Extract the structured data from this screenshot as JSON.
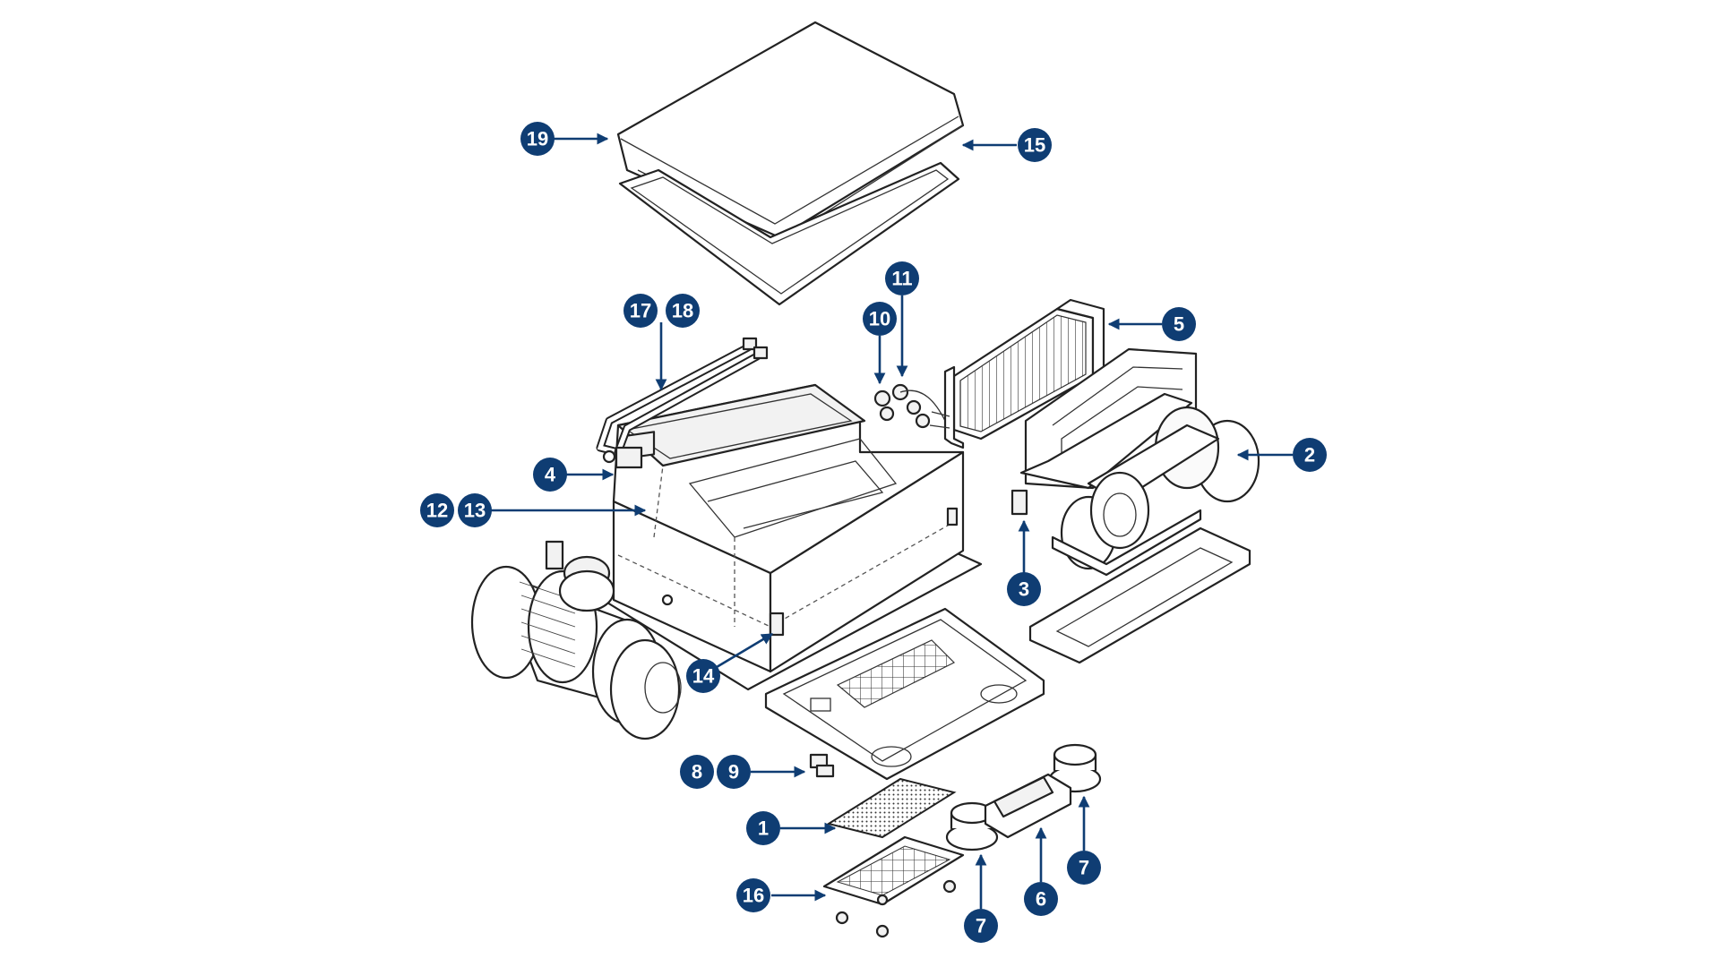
{
  "diagram": {
    "accent_color": "#0f3d73",
    "callouts": [
      {
        "id": "c19",
        "label": "19"
      },
      {
        "id": "c15",
        "label": "15"
      },
      {
        "id": "c17",
        "label": "17"
      },
      {
        "id": "c18",
        "label": "18"
      },
      {
        "id": "c10",
        "label": "10"
      },
      {
        "id": "c11",
        "label": "11"
      },
      {
        "id": "c5",
        "label": "5"
      },
      {
        "id": "c4",
        "label": "4"
      },
      {
        "id": "c12",
        "label": "12"
      },
      {
        "id": "c13",
        "label": "13"
      },
      {
        "id": "c2",
        "label": "2"
      },
      {
        "id": "c3",
        "label": "3"
      },
      {
        "id": "c14",
        "label": "14"
      },
      {
        "id": "c8",
        "label": "8"
      },
      {
        "id": "c9",
        "label": "9"
      },
      {
        "id": "c1",
        "label": "1"
      },
      {
        "id": "c16",
        "label": "16"
      },
      {
        "id": "c7a",
        "label": "7"
      },
      {
        "id": "c6",
        "label": "6"
      },
      {
        "id": "c7b",
        "label": "7"
      }
    ]
  }
}
